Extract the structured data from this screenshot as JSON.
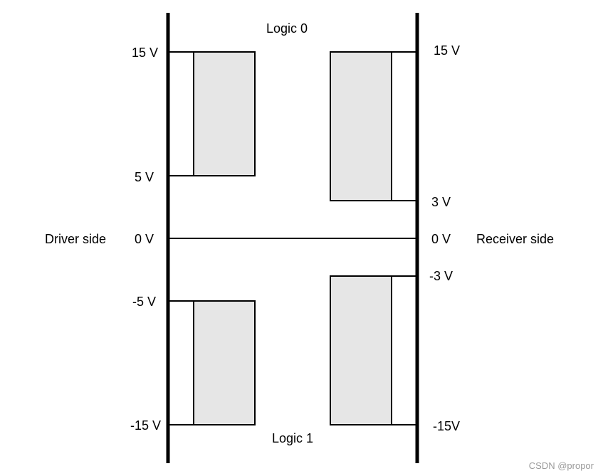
{
  "title_top": "Logic 0",
  "title_bottom": "Logic 1",
  "driver": {
    "side_label": "Driver side",
    "zero_label": "0 V",
    "level_labels": {
      "p15": "15 V",
      "p5": "5 V",
      "n5": "-5 V",
      "n15": "-15 V"
    }
  },
  "receiver": {
    "side_label": "Receiver side",
    "zero_label": "0 V",
    "level_labels": {
      "p15": "15 V",
      "p3": "3 V",
      "n3": "-3 V",
      "n15": "-15V"
    }
  },
  "watermark": "CSDN @propor",
  "colors": {
    "line": "#000000",
    "band_fill": "#e6e6e6",
    "background": "#ffffff"
  }
}
